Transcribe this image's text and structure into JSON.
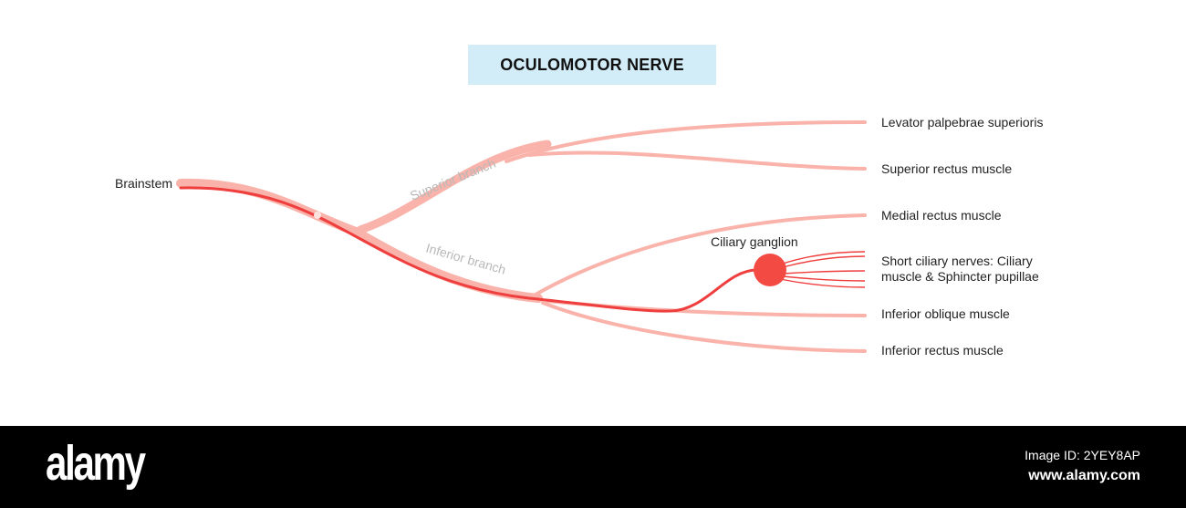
{
  "title": "OCULOMOTOR NERVE",
  "labels": {
    "brainstem": "Brainstem",
    "superior_branch": "Superior branch",
    "inferior_branch": "Inferior branch",
    "ciliary_ganglion": "Ciliary ganglion",
    "levator": "Levator palpebrae superioris",
    "superior_rectus": "Superior rectus muscle",
    "medial_rectus": "Medial rectus muscle",
    "short_ciliary_line1": "Short ciliary nerves: Ciliary",
    "short_ciliary_line2": "muscle & Sphincter pupillae",
    "inferior_oblique": "Inferior oblique muscle",
    "inferior_rectus": "Inferior rectus muscle"
  },
  "colors": {
    "nerve_light": "#f9b3aa",
    "nerve_dark": "#ef3e3e",
    "ganglion": "#f44a44",
    "title_bg": "#d2edf8",
    "branch_label": "#b8b8b8"
  },
  "footer": {
    "logo": "alamy",
    "image_id": "Image ID: 2YEY8AP",
    "site": "www.alamy.com"
  }
}
